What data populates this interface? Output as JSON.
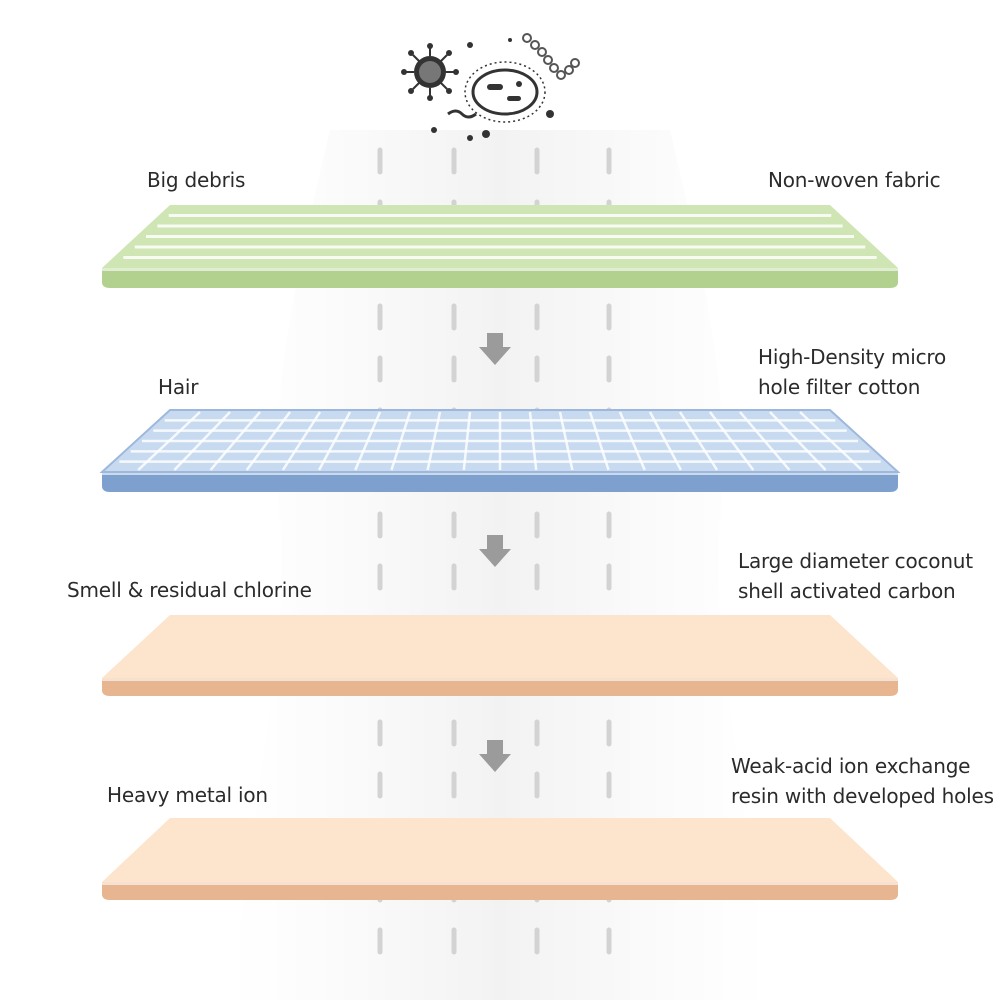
{
  "layers": [
    {
      "left_label": "Big debris",
      "right_label": [
        "Non-woven fabric"
      ],
      "style": "striped",
      "color": "#cfe5b4",
      "edge": "#b2d18f"
    },
    {
      "left_label": "Hair",
      "right_label": [
        "High-Density micro",
        "hole filter cotton"
      ],
      "style": "grid",
      "color": "#c7daf0",
      "edge": "#7ea0cf"
    },
    {
      "left_label": "Smell & residual chlorine",
      "right_label": [
        "Large diameter coconut",
        "shell activated carbon"
      ],
      "style": "plain",
      "color": "#fde4cd",
      "edge": "#e7b58f"
    },
    {
      "left_label": "Heavy metal ion",
      "right_label": [
        "Weak-acid ion exchange",
        "resin  with developed holes"
      ],
      "style": "plain",
      "color": "#fde4cd",
      "edge": "#e7b58f"
    }
  ],
  "flow_arrow_color": "#9b9b9b",
  "icons": [
    "virus-icon",
    "bacteria-icon",
    "chain-bacteria-icon",
    "particle-dots-icon"
  ]
}
